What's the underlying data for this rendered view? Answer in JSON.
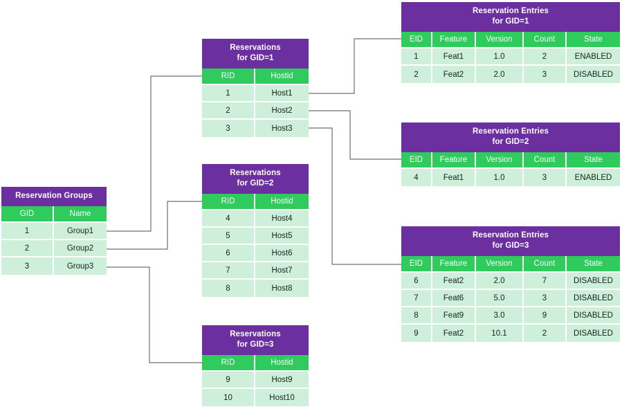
{
  "diagram": {
    "connector_color": "#6f6f6f",
    "palette": {
      "title_purple": "#6B2FA0",
      "header_green": "#2FCB5C",
      "cell_mint": "#CEEFD9",
      "text_dark": "#16231b",
      "text_light": "#ffffff",
      "background": "#ffffff"
    }
  },
  "tables": {
    "groups": {
      "title_line1": "Reservation Groups",
      "title_line2": "",
      "columns": [
        "GID",
        "Name"
      ],
      "rows": [
        [
          "1",
          "Group1"
        ],
        [
          "2",
          "Group2"
        ],
        [
          "3",
          "Group3"
        ]
      ]
    },
    "reservations_gid1": {
      "title_line1": "Reservations",
      "title_line2": "for GID=1",
      "columns": [
        "RID",
        "Hostid"
      ],
      "rows": [
        [
          "1",
          "Host1"
        ],
        [
          "2",
          "Host2"
        ],
        [
          "3",
          "Host3"
        ]
      ]
    },
    "reservations_gid2": {
      "title_line1": "Reservations",
      "title_line2": "for GID=2",
      "columns": [
        "RID",
        "Hostid"
      ],
      "rows": [
        [
          "4",
          "Host4"
        ],
        [
          "5",
          "Host5"
        ],
        [
          "6",
          "Host6"
        ],
        [
          "7",
          "Host7"
        ],
        [
          "8",
          "Host8"
        ]
      ]
    },
    "reservations_gid3": {
      "title_line1": "Reservations",
      "title_line2": "for GID=3",
      "columns": [
        "RID",
        "Hostid"
      ],
      "rows": [
        [
          "9",
          "Host9"
        ],
        [
          "10",
          "Host10"
        ]
      ]
    },
    "entries_gid1": {
      "title_line1": "Reservation Entries",
      "title_line2": "for GID=1",
      "columns": [
        "EID",
        "Feature",
        "Version",
        "Count",
        "State"
      ],
      "rows": [
        [
          "1",
          "Feat1",
          "1.0",
          "2",
          "ENABLED"
        ],
        [
          "2",
          "Feat2",
          "2.0",
          "3",
          "DISABLED"
        ]
      ]
    },
    "entries_gid2": {
      "title_line1": "Reservation Entries",
      "title_line2": "for GID=2",
      "columns": [
        "EID",
        "Feature",
        "Version",
        "Count",
        "State"
      ],
      "rows": [
        [
          "4",
          "Feat1",
          "1.0",
          "3",
          "ENABLED"
        ]
      ]
    },
    "entries_gid3": {
      "title_line1": "Reservation Entries",
      "title_line2": "for GID=3",
      "columns": [
        "EID",
        "Feature",
        "Version",
        "Count",
        "State"
      ],
      "rows": [
        [
          "6",
          "Feat2",
          "2.0",
          "7",
          "DISABLED"
        ],
        [
          "7",
          "Feat6",
          "5.0",
          "3",
          "DISABLED"
        ],
        [
          "8",
          "Feat9",
          "3.0",
          "9",
          "DISABLED"
        ],
        [
          "9",
          "Feat2",
          "10.1",
          "2",
          "DISABLED"
        ]
      ]
    }
  }
}
